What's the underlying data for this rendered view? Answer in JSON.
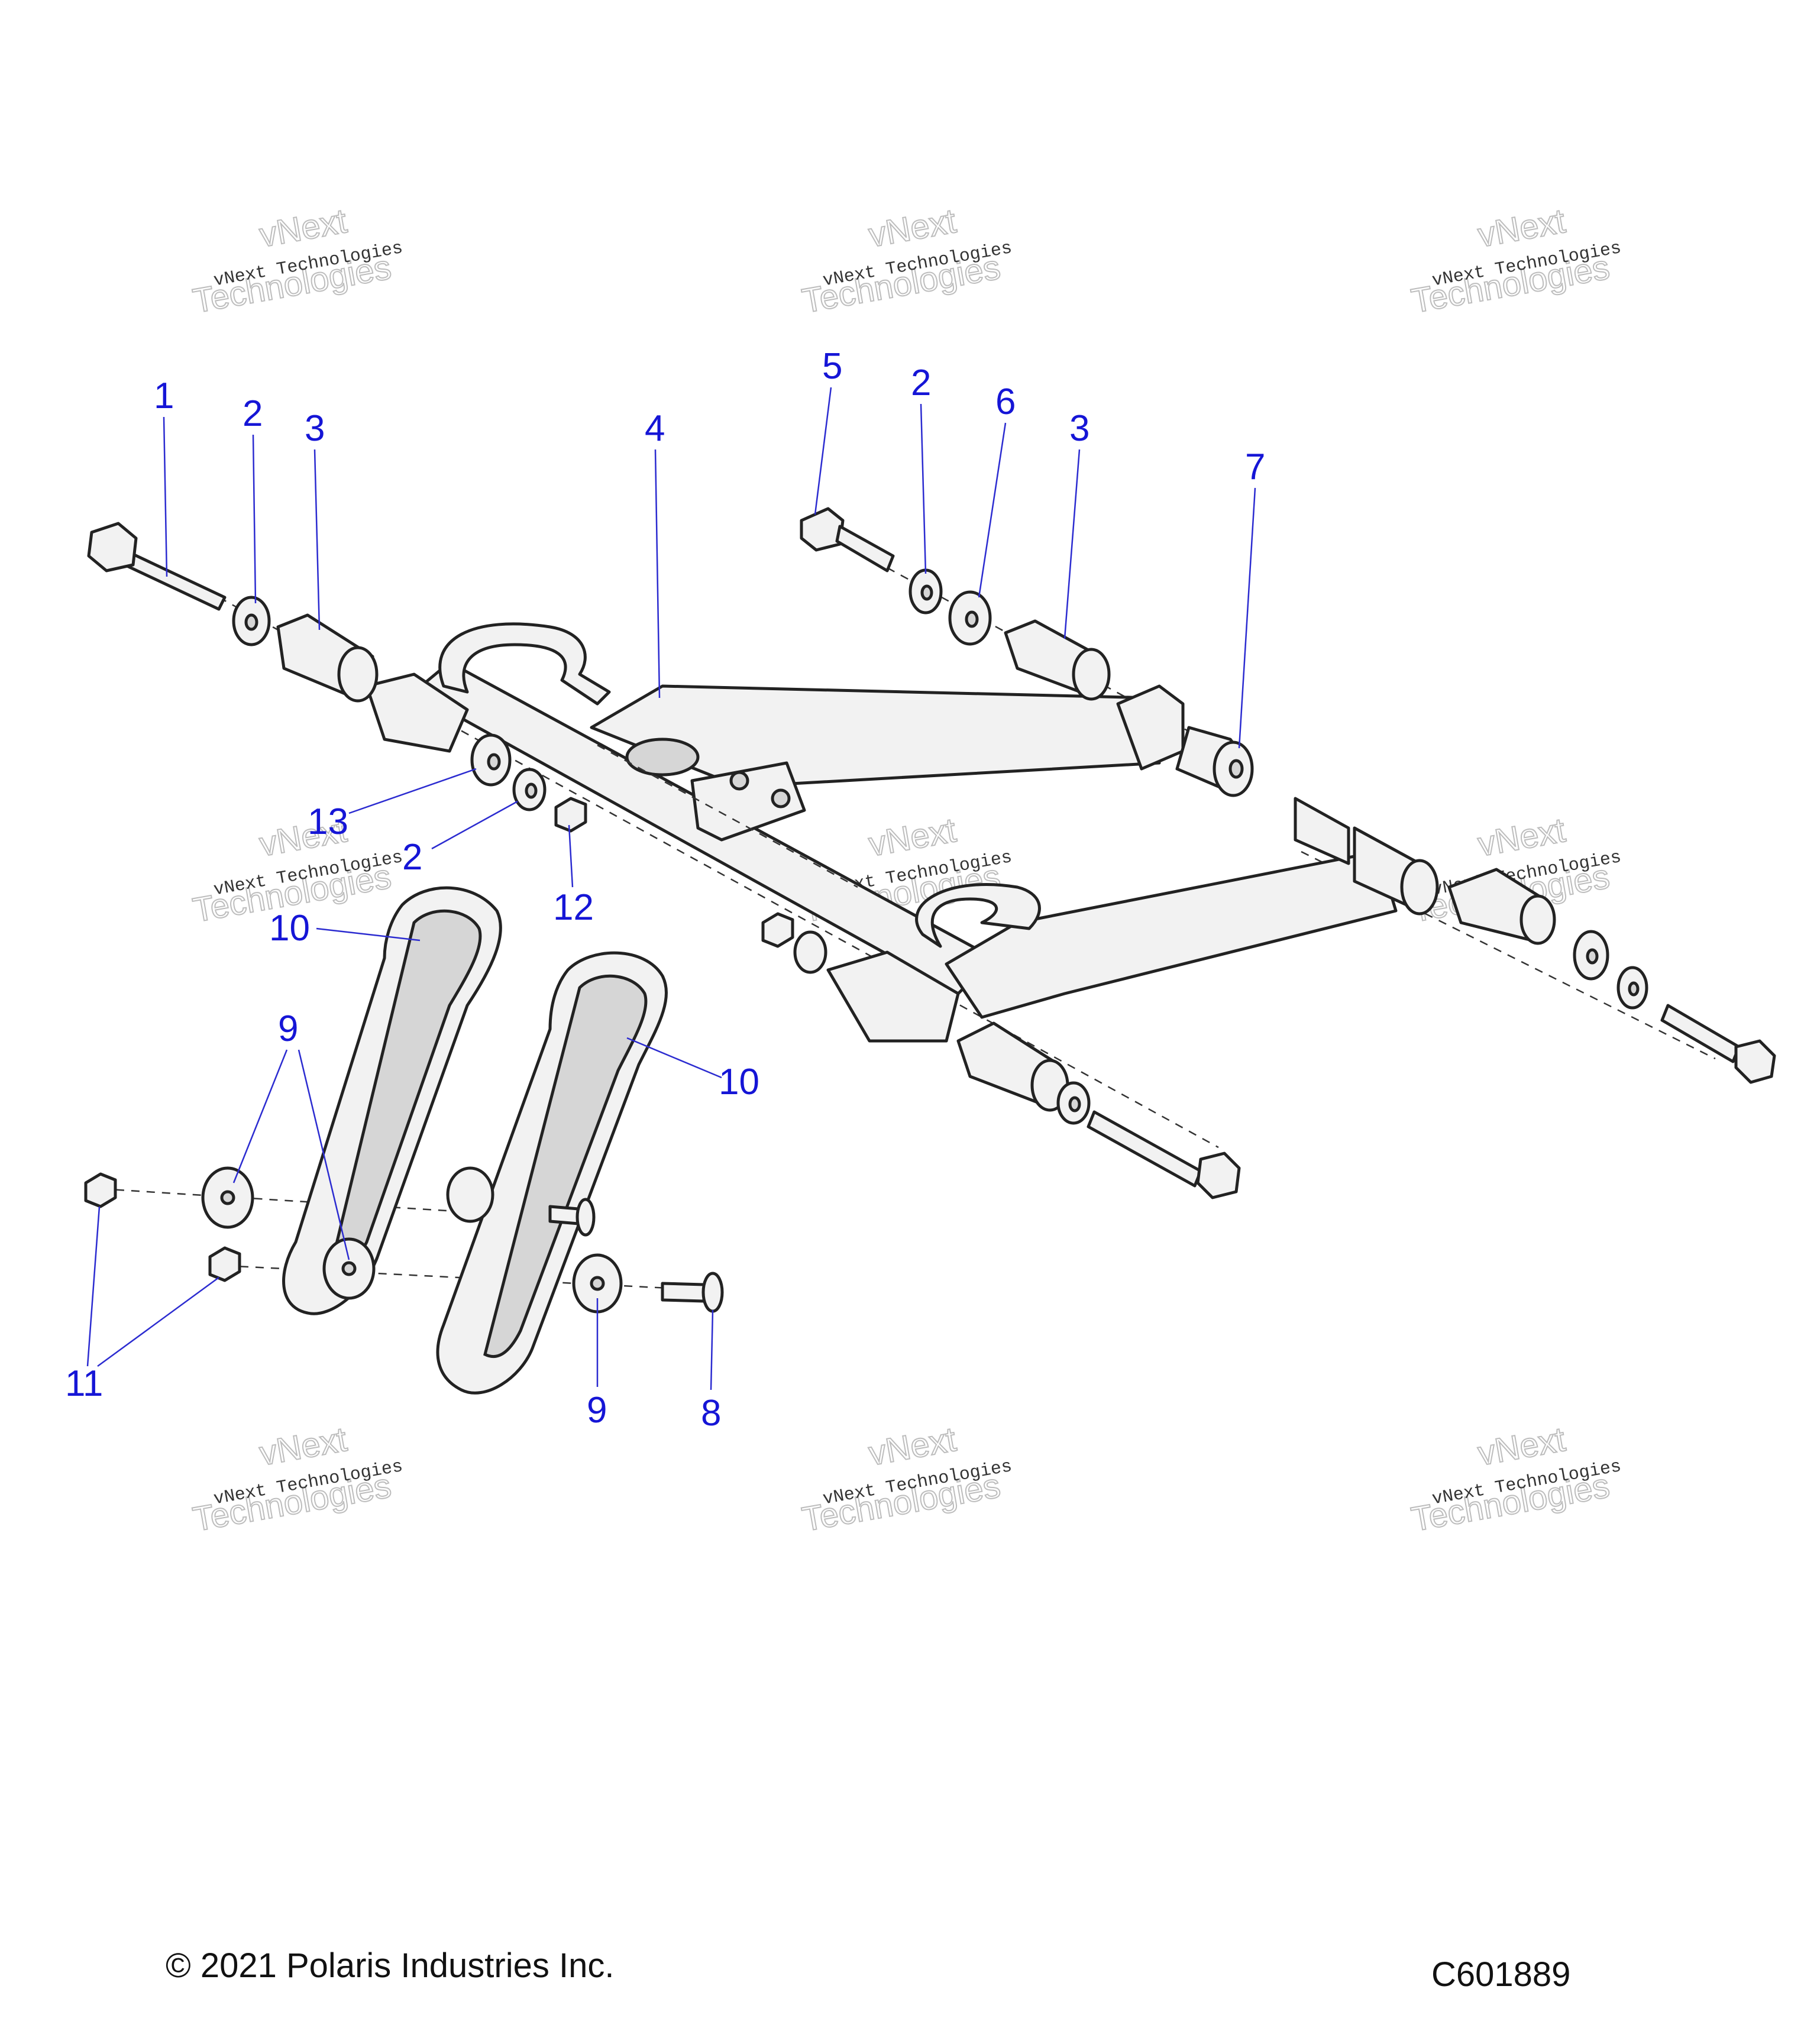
{
  "watermark": {
    "line1": "vNext Technologies",
    "line2": "vNext",
    "line3": "Technologies"
  },
  "callouts": [
    {
      "id": "c1",
      "label": "1"
    },
    {
      "id": "c2a",
      "label": "2"
    },
    {
      "id": "c3a",
      "label": "3"
    },
    {
      "id": "c4",
      "label": "4"
    },
    {
      "id": "c5",
      "label": "5"
    },
    {
      "id": "c2b",
      "label": "2"
    },
    {
      "id": "c6",
      "label": "6"
    },
    {
      "id": "c3b",
      "label": "3"
    },
    {
      "id": "c7",
      "label": "7"
    },
    {
      "id": "c13",
      "label": "13"
    },
    {
      "id": "c2c",
      "label": "2"
    },
    {
      "id": "c12",
      "label": "12"
    },
    {
      "id": "c10a",
      "label": "10"
    },
    {
      "id": "c10b",
      "label": "10"
    },
    {
      "id": "c9a",
      "label": "9"
    },
    {
      "id": "c9b",
      "label": "9"
    },
    {
      "id": "c11",
      "label": "11"
    },
    {
      "id": "c8",
      "label": "8"
    }
  ],
  "footer": {
    "copyright": "© 2021 Polaris Industries Inc.",
    "diagram_id": "C601889"
  }
}
